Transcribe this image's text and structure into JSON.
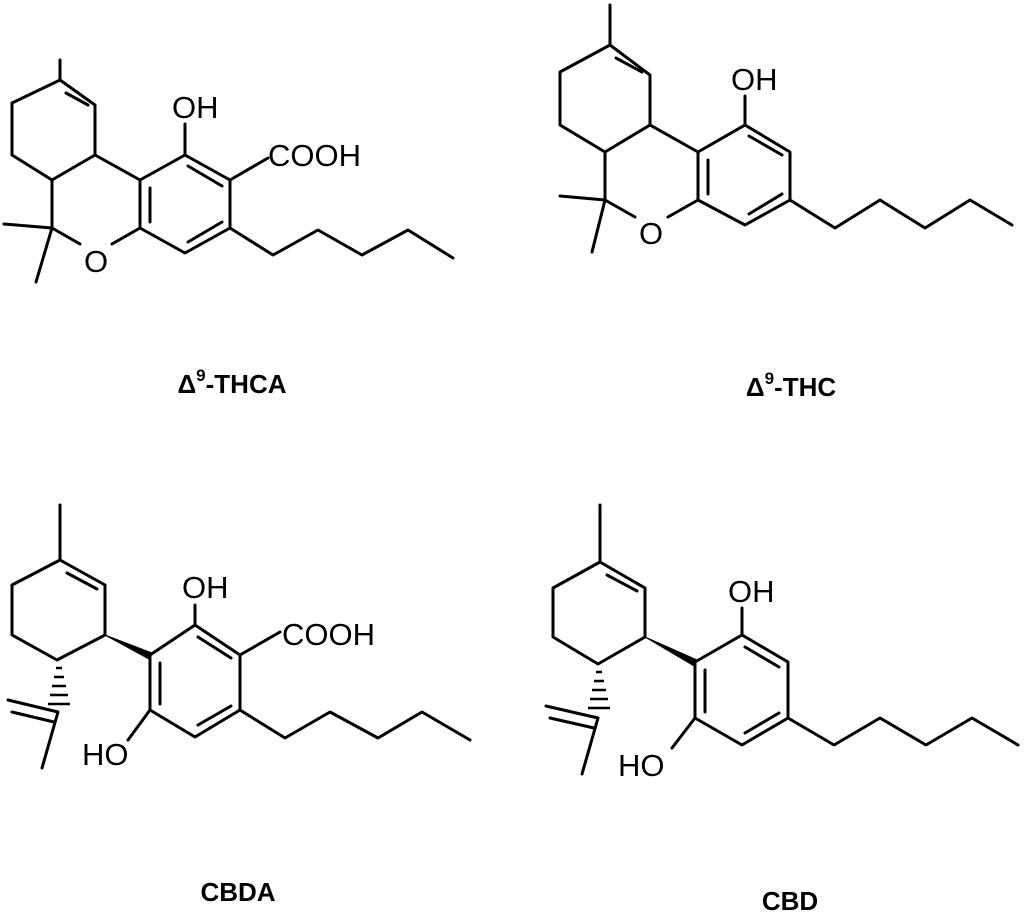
{
  "molecules": [
    {
      "id": "thca",
      "caption": {
        "prefix": "Δ",
        "superscript": "9",
        "suffix": "-THCA"
      },
      "atoms": {
        "hydroxyl": "OH",
        "acid": "COOH",
        "ring_oxygen": "O"
      }
    },
    {
      "id": "thc",
      "caption": {
        "prefix": "Δ",
        "superscript": "9",
        "suffix": "-THC"
      },
      "atoms": {
        "hydroxyl": "OH",
        "ring_oxygen": "O"
      }
    },
    {
      "id": "cbda",
      "caption": {
        "text": "CBDA"
      },
      "atoms": {
        "hydroxyl_top": "OH",
        "acid": "COOH",
        "hydroxyl_bottom": "HO"
      }
    },
    {
      "id": "cbd",
      "caption": {
        "text": "CBD"
      },
      "atoms": {
        "hydroxyl_top": "OH",
        "hydroxyl_bottom": "HO"
      }
    }
  ]
}
